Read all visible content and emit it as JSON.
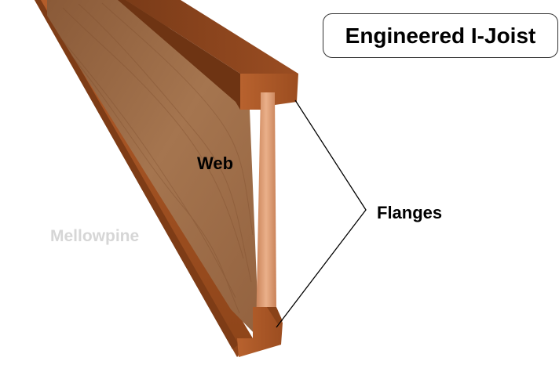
{
  "title": "Engineered I-Joist",
  "labels": {
    "web": "Web",
    "flanges": "Flanges"
  },
  "watermark": "Mellowpine",
  "colors": {
    "flange_wood": "#a85526",
    "web_wood": "#9c6a45",
    "web_edge": "#e0a27a",
    "leader_line": "#000000"
  }
}
